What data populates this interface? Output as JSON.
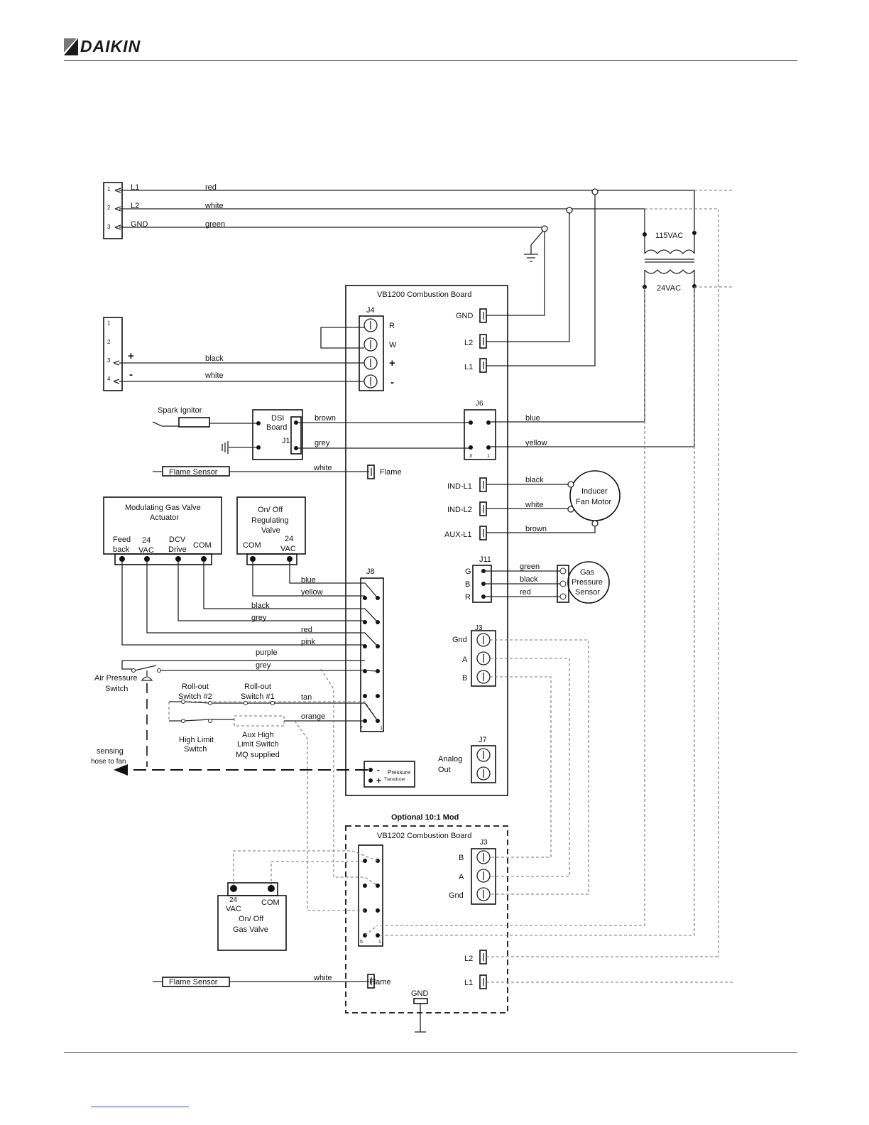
{
  "brand": {
    "name": "DAIKIN"
  },
  "supply": {
    "pins": [
      "1",
      "2",
      "3"
    ],
    "lines": [
      {
        "label": "L1",
        "color": "red"
      },
      {
        "label": "L2",
        "color": "white"
      },
      {
        "label": "GND",
        "color": "green"
      }
    ]
  },
  "transformer": {
    "primary": "115VAC",
    "secondary": "24VAC"
  },
  "vb1200": {
    "title": "VB1200 Combustion Board",
    "j4": {
      "name": "J4",
      "terminals": [
        "R",
        "W",
        "+",
        "-"
      ]
    },
    "power": [
      "GND",
      "L2",
      "L1"
    ],
    "j6": {
      "name": "J6",
      "pin_left": "3",
      "pin_right": "1",
      "wire_top": "blue",
      "wire_bottom": "yellow"
    },
    "flame": "Flame",
    "inducer_terms": [
      "IND-L1",
      "IND-L2",
      "AUX-L1"
    ],
    "j11": {
      "name": "J11",
      "terminals": [
        "G",
        "B",
        "R"
      ]
    },
    "j8": {
      "name": "J8",
      "pin_left": "7",
      "pin_right": "1"
    },
    "j3": {
      "name": "J3",
      "terminals": [
        "Gnd",
        "A",
        "B"
      ]
    },
    "j7": {
      "name": "J7",
      "label": [
        "Analog",
        "Out"
      ]
    },
    "pressure": {
      "minus": "-",
      "plus": "+",
      "label": [
        "Pressure",
        "Transducer"
      ]
    }
  },
  "thermostat": {
    "pins": [
      "1",
      "2",
      "3",
      "4"
    ],
    "plus": "+",
    "minus": "-",
    "wires": [
      "black",
      "white"
    ]
  },
  "spark": {
    "label": "Spark Ignitor",
    "dsi": [
      "DSI",
      "Board"
    ],
    "j1": "J1",
    "wires": [
      "brown",
      "grey"
    ]
  },
  "flame_sensor": {
    "label": "Flame Sensor",
    "wire": "white"
  },
  "inducer": {
    "label": [
      "Inducer",
      "Fan Motor"
    ],
    "wires": [
      "black",
      "white",
      "brown"
    ]
  },
  "gas_sensor": {
    "label": [
      "Gas",
      "Pressure",
      "Sensor"
    ],
    "wires": [
      "green",
      "black",
      "red"
    ]
  },
  "mod_valve": {
    "title": [
      "Modulating Gas Valve",
      "Actuator"
    ],
    "feed": [
      "Feed",
      "back"
    ],
    "v24": [
      "24",
      "VAC"
    ],
    "dcv": [
      "DCV",
      "Drive"
    ],
    "com": "COM"
  },
  "onoff_valve": {
    "title": [
      "On/ Off",
      "Regulating",
      "Valve"
    ],
    "com": "COM",
    "v24": [
      "24",
      "VAC"
    ]
  },
  "j8_wires": [
    "blue",
    "yellow",
    "black",
    "grey",
    "red",
    "pink",
    "purple",
    "grey",
    "tan",
    "orange"
  ],
  "air_switch": [
    "Air Pressure",
    "Switch"
  ],
  "sensing": [
    "sensing",
    "hose to fan"
  ],
  "rollout2": [
    "Roll-out",
    "Switch #2"
  ],
  "rollout1": [
    "Roll-out",
    "Switch #1"
  ],
  "high_limit": [
    "High Limit",
    "Switch"
  ],
  "aux_limit": [
    "Aux High",
    "Limit Switch",
    "MQ supplied"
  ],
  "optional": {
    "title": "Optional 10:1 Mod"
  },
  "vb1202": {
    "title": "VB1202 Combustion Board",
    "j3": {
      "name": "J3",
      "terminals": [
        "B",
        "A",
        "Gnd"
      ]
    },
    "pin_left": "5",
    "pin_right": "1",
    "power": [
      "L2",
      "L1"
    ],
    "flame": "Flame",
    "gnd": "GND"
  },
  "gas_valve2": {
    "v24": [
      "24",
      "VAC"
    ],
    "com": "COM",
    "label": [
      "On/ Off",
      "Gas Valve"
    ]
  },
  "flame_sensor2": {
    "label": "Flame Sensor",
    "wire": "white"
  }
}
